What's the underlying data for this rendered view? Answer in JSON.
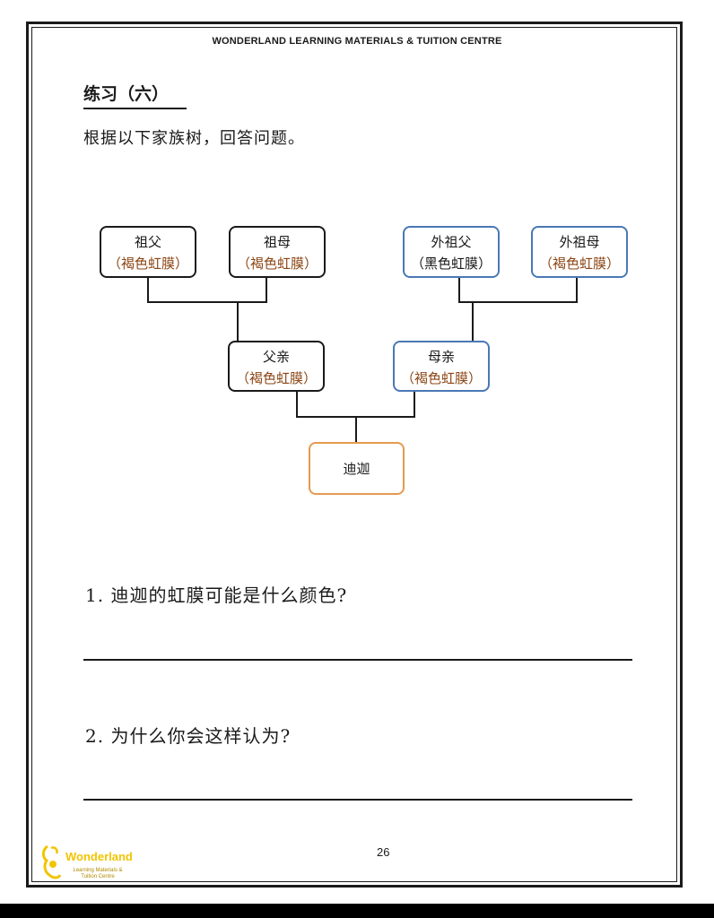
{
  "header": {
    "title": "WONDERLAND LEARNING MATERIALS & TUITION CENTRE"
  },
  "exercise": {
    "title": "练习（六）",
    "instruction": "根据以下家族树，回答问题。"
  },
  "family_tree": {
    "grandfather": {
      "name": "祖父",
      "eye": "（褐色虹膜）"
    },
    "grandmother": {
      "name": "祖母",
      "eye": "（褐色虹膜）"
    },
    "maternal_grandfather": {
      "name": "外祖父",
      "eye": "（黑色虹膜）"
    },
    "maternal_grandmother": {
      "name": "外祖母",
      "eye": "（褐色虹膜）"
    },
    "father": {
      "name": "父亲",
      "eye": "（褐色虹膜）"
    },
    "mother": {
      "name": "母亲",
      "eye": "（褐色虹膜）"
    },
    "child": {
      "name": "迪迦"
    }
  },
  "questions": [
    {
      "text": "1. 迪迦的虹膜可能是什么颜色?"
    },
    {
      "text": "2. 为什么你会这样认为?"
    }
  ],
  "footer": {
    "page_number": "26",
    "logo_name": "Wonderland",
    "logo_subtitle": "Learning Materials & Tuition Centre"
  },
  "colors": {
    "paternal_border": "#1a1a1a",
    "maternal_border": "#4a78b5",
    "child_border": "#e49a50",
    "brown_text": "#8b4513"
  }
}
